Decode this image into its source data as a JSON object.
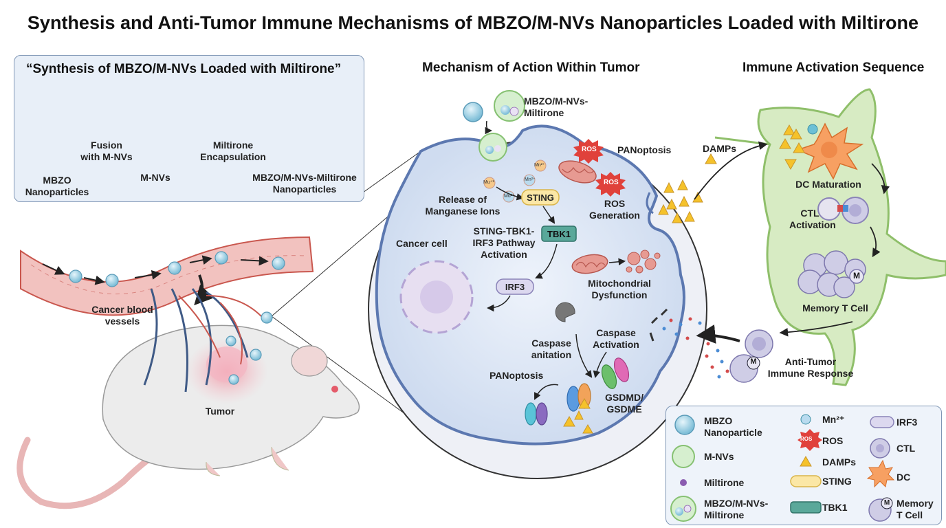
{
  "title": "Synthesis and Anti-Tumor Immune Mechanisms of MBZO/M-NVs Nanoparticles Loaded with Miltirone",
  "synthesis": {
    "heading": "“Synthesis of MBZO/M-NVs Loaded with Miltirone”",
    "mbzo_l1": "MBZO",
    "mbzo_l2": "Nanoparticles",
    "fusion_l1": "Fusion",
    "fusion_l2": "with M-NVs",
    "mnvs": "M-NVs",
    "encap_l1": "Miltirone",
    "encap_l2": "Encapsulation",
    "product_l1": "MBZO/M-NVs-Miltirone",
    "product_l2": "Nanoparticles"
  },
  "mouse": {
    "vessels_l1": "Cancer blood",
    "vessels_l2": "vessels",
    "tumor": "Tumor"
  },
  "mechanism": {
    "heading": "Mechanism of Action Within Tumor",
    "np_l1": "MBZO/M-NVs-",
    "np_l2": "Miltirone",
    "panoptosis_top": "PANoptosis",
    "ros_badge": "ROS",
    "mn_ion1": "Mn²⁺",
    "mn_ion2": "Mu⁺¹",
    "mn_ion3": "Mn²⁺",
    "mn_ion4": "Mu²⁺",
    "release_l1": "Release of",
    "release_l2": "Manganese Ions",
    "sting": "STING",
    "tbk1": "TBK1",
    "pathway_l1": "STING-TBK1-",
    "pathway_l2": "IRF3 Pathway",
    "pathway_l3": "Activation",
    "ros_gen_l1": "ROS",
    "ros_gen_l2": "Generation",
    "cancer_cell": "Cancer cell",
    "irf3": "IRF3",
    "mito_l1": "Mitochondrial",
    "mito_l2": "Dysfunction",
    "caspase_act_l1": "Caspase",
    "caspase_act_l2": "Activation",
    "caspase_anit_l1": "Caspase",
    "caspase_anit_l2": "anitation",
    "panoptosis_bottom": "PANoptosis",
    "gsdmd_l1": "GSDMD/",
    "gsdmd_l2": "GSDME"
  },
  "immune": {
    "heading": "Immune Activation Sequence",
    "damps": "DAMPs",
    "dc_maturation": "DC Maturation",
    "ctl_l1": "CTL",
    "ctl_l2": "Activation",
    "memory": "Memory T Cell",
    "memory_badge": "M",
    "anti_l1": "Anti-Tumor",
    "anti_l2": "Immune Response"
  },
  "legend": {
    "mbzo_l1": "MBZO",
    "mbzo_l2": "Nanoparticle",
    "mnvs": "M-NVs",
    "miltirone": "Miltirone",
    "combo_l1": "MBZO/M-NVs-",
    "combo_l2": "Miltirone",
    "mn": "Mn²⁺",
    "ros_icon": "ROS",
    "ros": "ROS",
    "damps": "DAMPs",
    "sting": "STING",
    "tbk1": "TBK1",
    "irf3": "IRF3",
    "ctl": "CTL",
    "dc": "DC",
    "mem_badge": "M",
    "mem_l1": "Memory",
    "mem_l2": "T Cell"
  },
  "colors": {
    "panel_bg": "#e8eff8",
    "panel_border": "#7f96b5",
    "cell_fill": "#dbe6f5",
    "membrane": "#5c78b0",
    "lymph_fill": "#d7ebc3",
    "lymph_border": "#8fbf6a",
    "sting": "#fbe7a6",
    "tbk1": "#5aa89a",
    "irf3": "#dcd8ef",
    "damps": "#f5c22b",
    "ros": "#e0413b",
    "vessel": "#c9574e"
  }
}
